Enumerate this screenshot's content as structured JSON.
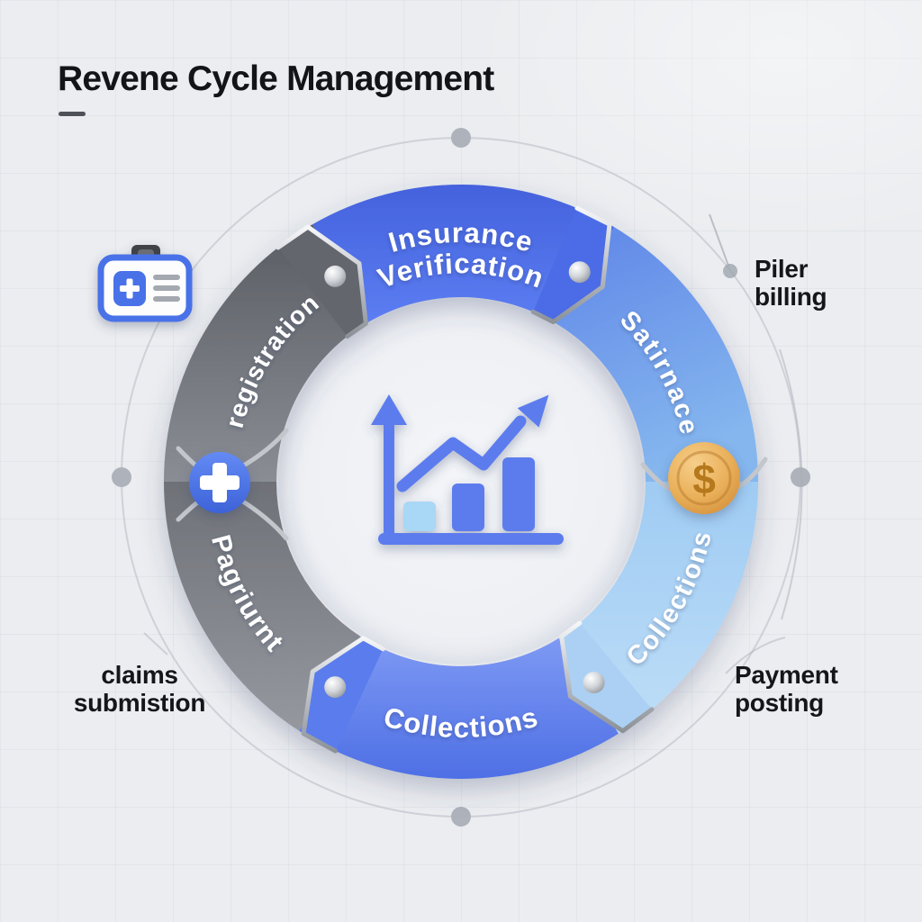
{
  "title": {
    "text": "Revene Cycle Management"
  },
  "ring_segments": [
    {
      "id": "insurance-verification",
      "line1": "Insurance",
      "line2": "Verification",
      "color": "#4a69e4"
    },
    {
      "id": "billing-arc",
      "label": "Satirnace",
      "color": "#6f9bea"
    },
    {
      "id": "collections-arc-right",
      "label": "Collections",
      "color": "#aed2f4"
    },
    {
      "id": "collections-arc-bottom",
      "label": "Collections",
      "color": "#5c7eee"
    },
    {
      "id": "payment-arc",
      "label": "Pagriurnt",
      "color": "#84878e"
    },
    {
      "id": "registration-arc",
      "label": "registration",
      "color": "#6a6d73"
    }
  ],
  "side_labels": {
    "top_right": {
      "line1": "Piler",
      "line2": "billing"
    },
    "bottom_right": {
      "line1": "Payment",
      "line2": "posting"
    },
    "bottom_left": {
      "line1": "claims",
      "line2": "submistion"
    }
  },
  "badges": {
    "dollar_symbol": "$"
  },
  "icons": [
    "patient-id-card-icon",
    "medical-plus-icon",
    "dollar-coin-icon",
    "growth-chart-icon"
  ],
  "colors": {
    "accent_blue": "#4a69e4",
    "light_blue": "#aed2f4",
    "segment_gray": "#7b7e85",
    "chrome": "#cfd2d7",
    "gold": "#e2a34f",
    "background": "#ebedf0",
    "text_dark": "#15161a",
    "text_light": "#ffffff"
  }
}
